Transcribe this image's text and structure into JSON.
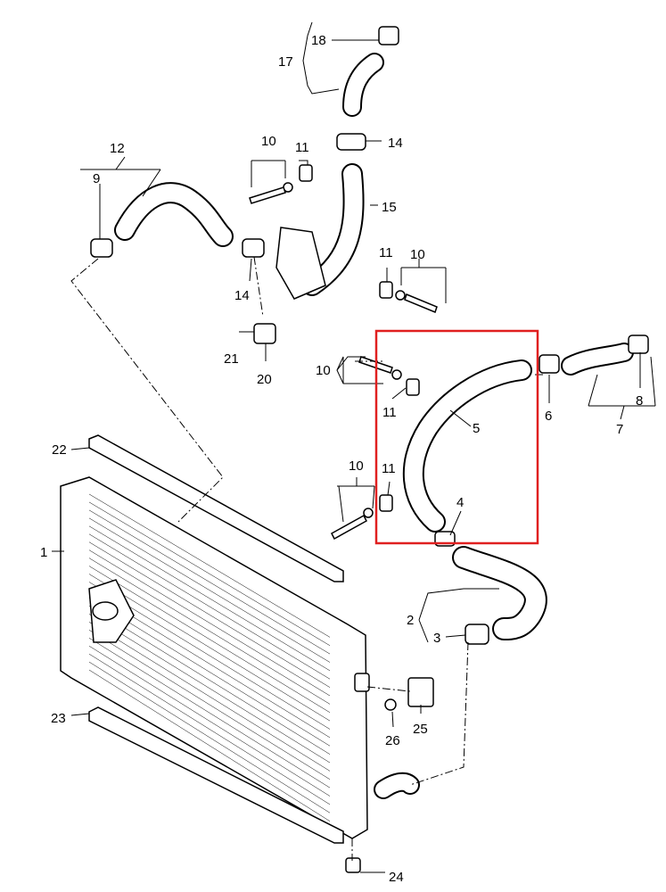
{
  "highlight_color": "#e02020",
  "callouts": [
    "18",
    "17",
    "14",
    "15",
    "10",
    "11",
    "12",
    "9",
    "14",
    "21",
    "20",
    "11",
    "10",
    "10",
    "11",
    "5",
    "6",
    "8",
    "7",
    "22",
    "10",
    "11",
    "4",
    "1",
    "2",
    "3",
    "25",
    "26",
    "23",
    "24"
  ]
}
